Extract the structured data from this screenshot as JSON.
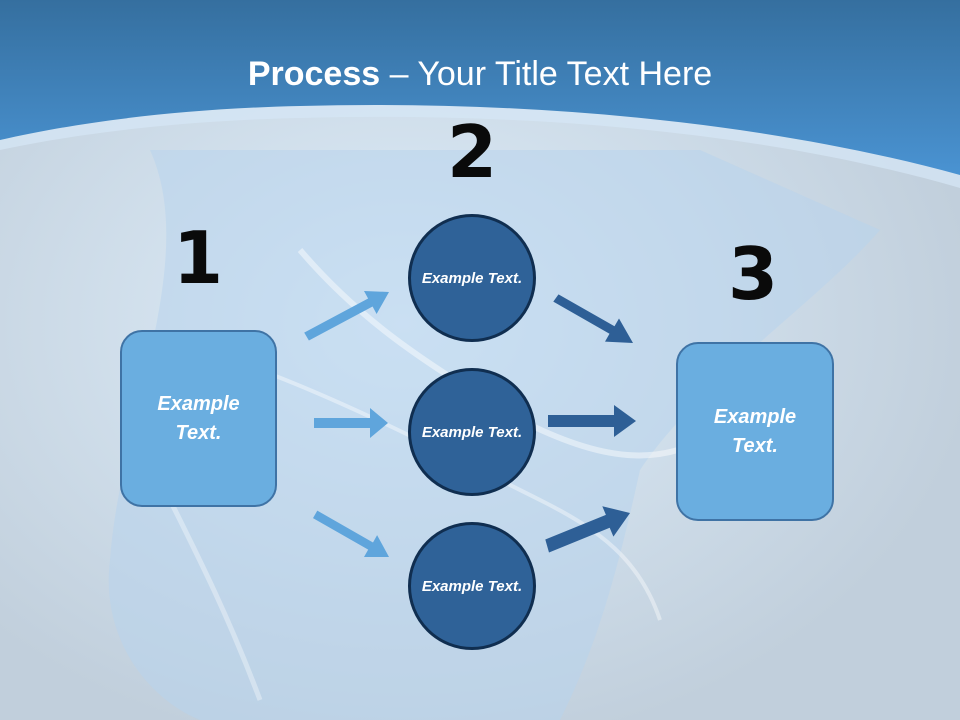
{
  "title": {
    "strong": "Process",
    "rest": " – Your Title Text Here"
  },
  "steps": [
    {
      "number": "1",
      "text": "Example Text."
    },
    {
      "number": "2",
      "items": [
        "Example Text.",
        "Example Text.",
        "Example Text."
      ]
    },
    {
      "number": "3",
      "text": "Example Text."
    }
  ],
  "colors": {
    "header": "#3f86c4",
    "box_fill": "#6aaee0",
    "circle_fill": "#2f6298",
    "arrow_light": "#5fa5dc",
    "arrow_dark": "#2e5f96"
  }
}
